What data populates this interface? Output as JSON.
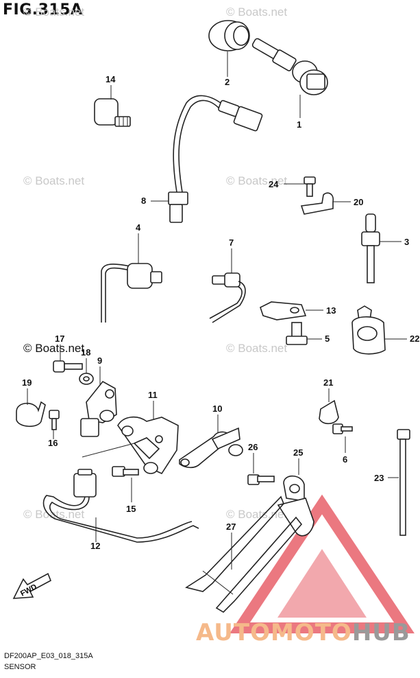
{
  "figure": {
    "title": "FIG.315A",
    "code": "DF200AP_E03_018_315A",
    "caption": "SENSOR"
  },
  "watermarks": {
    "text": "© Boats.net",
    "color": "#c8c8c8"
  },
  "brand": {
    "part1": "AUTOMOTO",
    "part2": "HUB",
    "color_primary": "#f5b98a",
    "color_secondary": "#9a9a9a",
    "triangle_color": "#e8606a"
  },
  "fwd_label": "FWD",
  "part_numbers": {
    "p1": "1",
    "p2": "2",
    "p3": "3",
    "p4": "4",
    "p5": "5",
    "p6": "6",
    "p7": "7",
    "p8": "8",
    "p9": "9",
    "p10": "10",
    "p11": "11",
    "p12": "12",
    "p13": "13",
    "p14": "14",
    "p15": "15",
    "p16": "16",
    "p17": "17",
    "p18": "18",
    "p19": "19",
    "p20": "20",
    "p21": "21",
    "p22": "22",
    "p23": "23",
    "p24": "24",
    "p25": "25",
    "p26": "26",
    "p27": "27"
  }
}
